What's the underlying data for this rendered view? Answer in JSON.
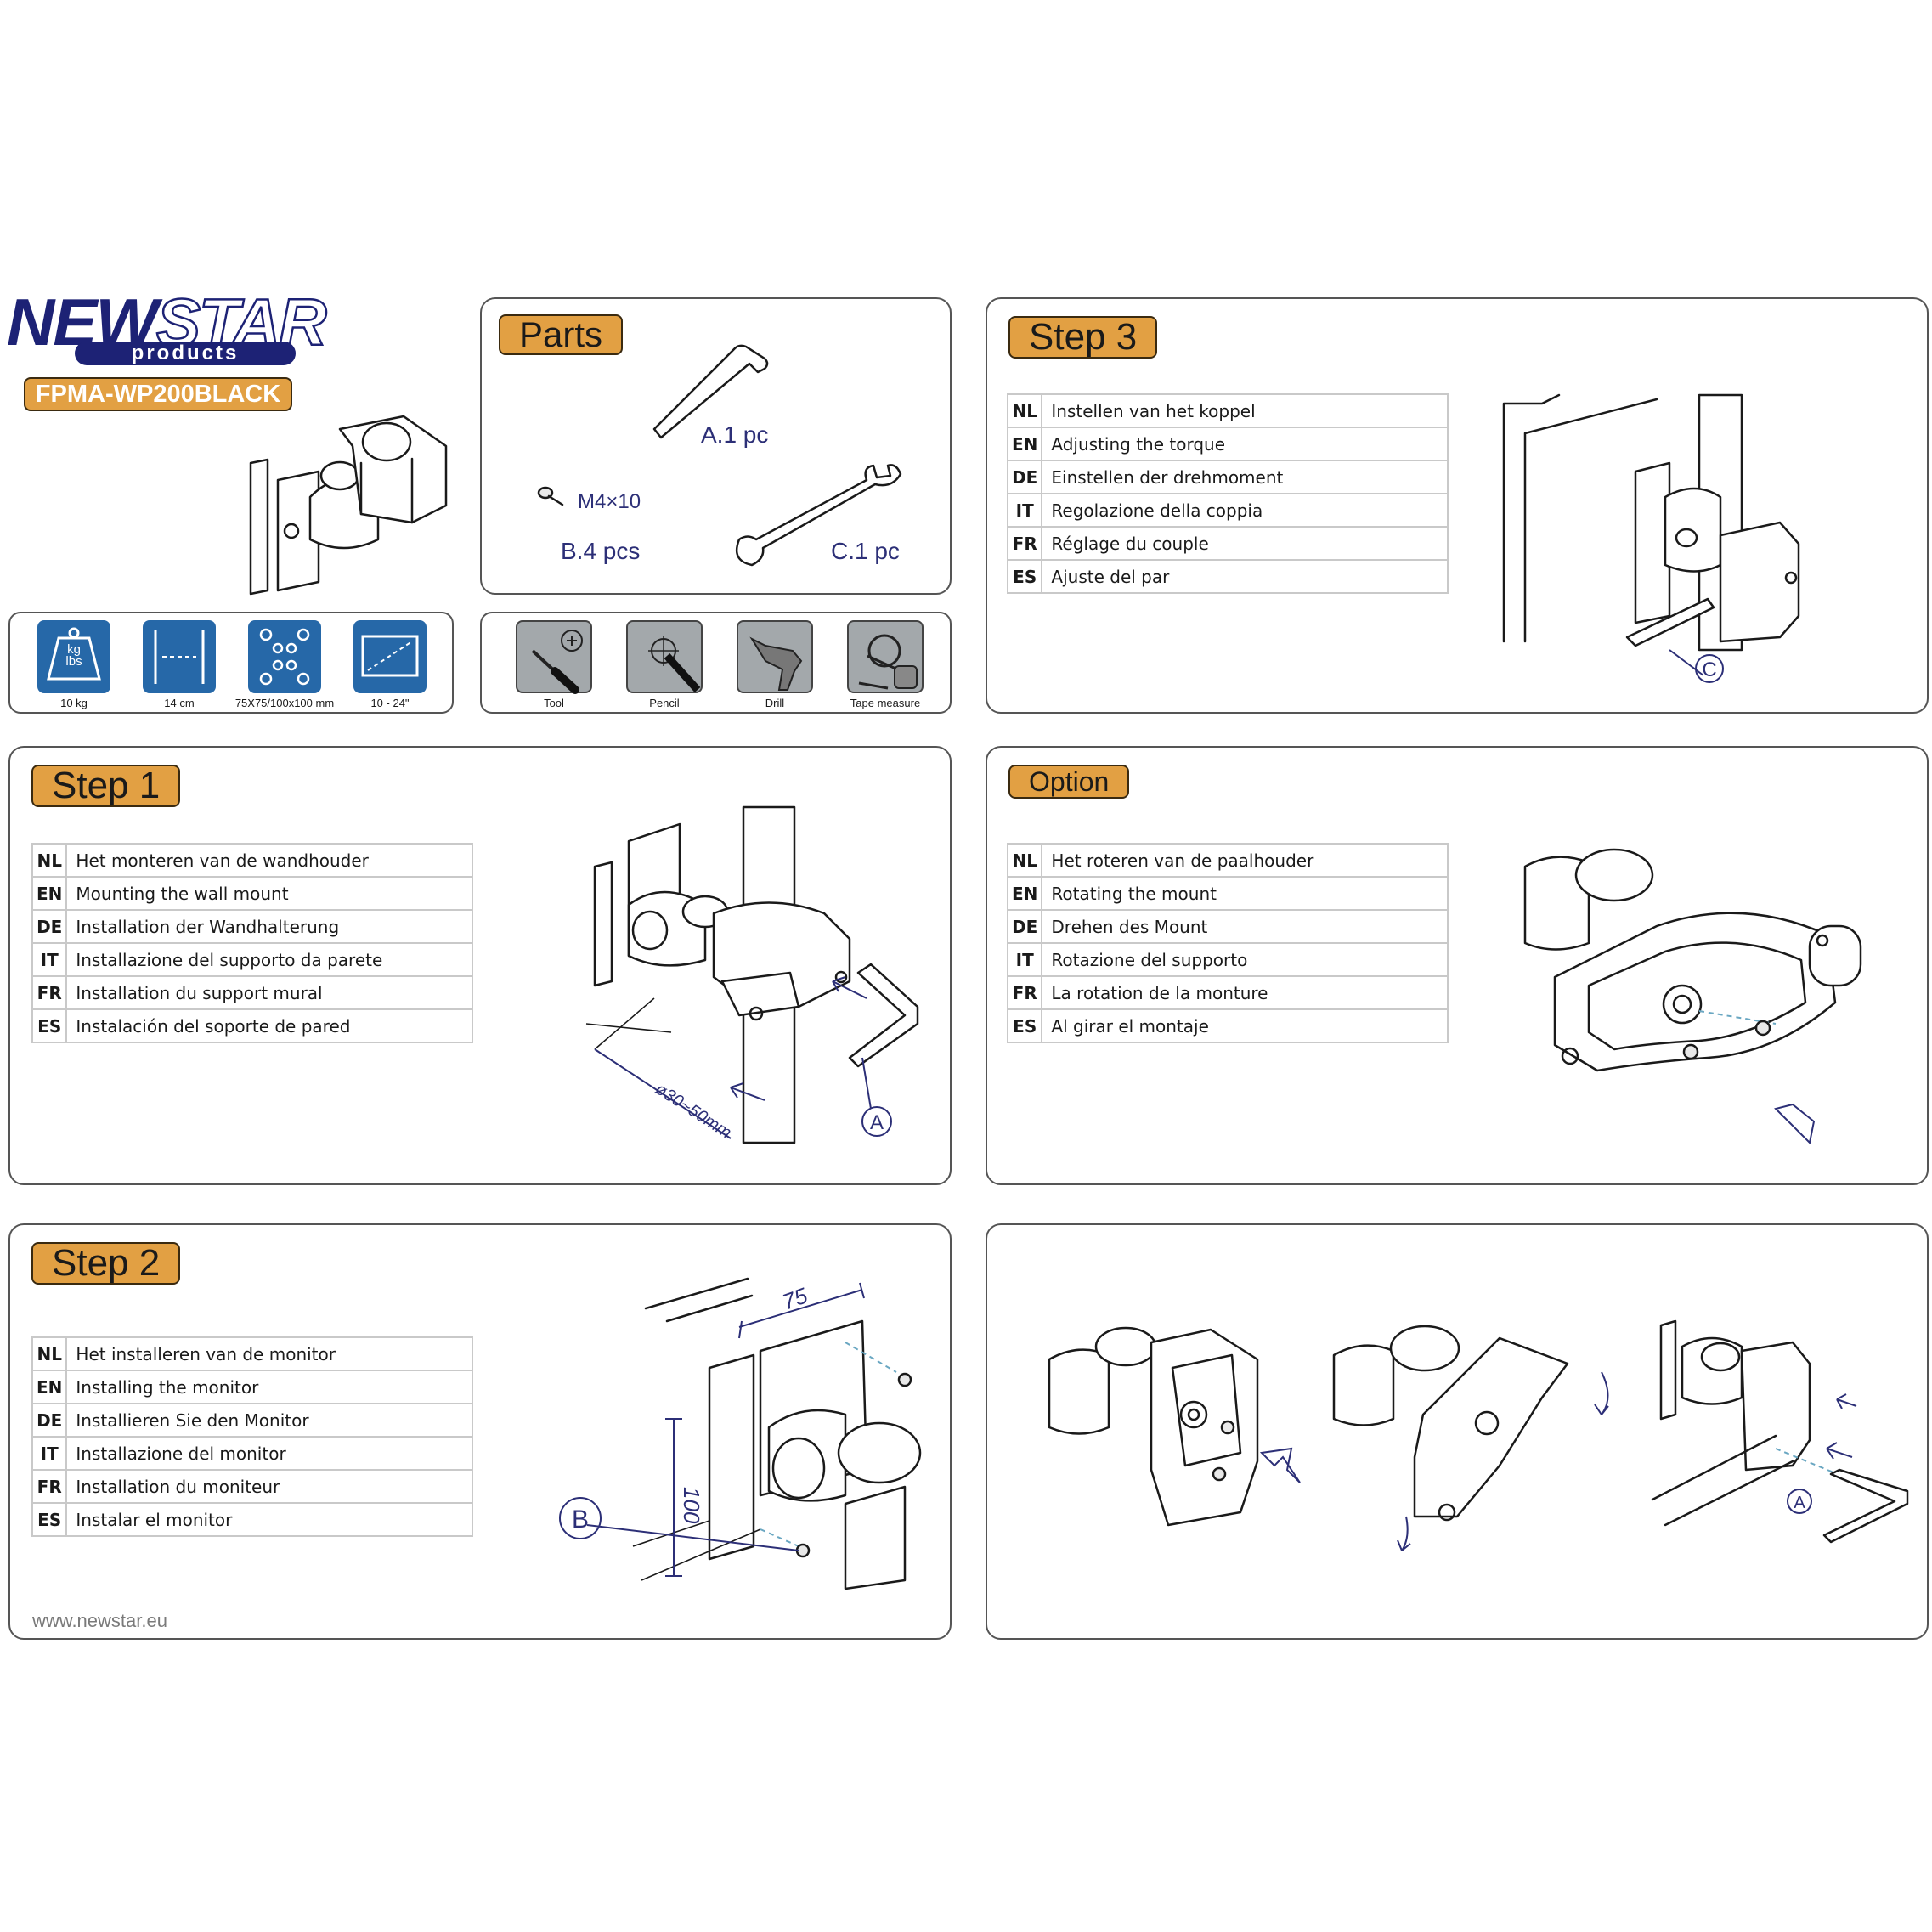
{
  "brand": {
    "name_part1": "NEW",
    "name_part2": "STAR",
    "sub": "products",
    "model": "FPMA-WP200BLACK"
  },
  "specs": [
    {
      "icon": "weight-icon",
      "icon_text": "kg\nlbs",
      "label": "10 kg"
    },
    {
      "icon": "depth-icon",
      "label": "14 cm"
    },
    {
      "icon": "vesa-icon",
      "label": "75X75/100x100 mm"
    },
    {
      "icon": "screen-size-icon",
      "label": "10 - 24\""
    }
  ],
  "parts": {
    "title": "Parts",
    "a_label": "A.1 pc",
    "b_spec": "M4×10",
    "b_label": "B.4 pcs",
    "c_label": "C.1 pc"
  },
  "tools": [
    {
      "icon": "screwdriver-icon",
      "label": "Tool"
    },
    {
      "icon": "pencil-icon",
      "label": "Pencil"
    },
    {
      "icon": "drill-icon",
      "label": "Drill"
    },
    {
      "icon": "tape-measure-icon",
      "label": "Tape measure"
    }
  ],
  "step1": {
    "title": "Step 1",
    "rows": [
      {
        "code": "NL",
        "text": "Het monteren van de wandhouder"
      },
      {
        "code": "EN",
        "text": "Mounting the wall mount"
      },
      {
        "code": "DE",
        "text": "Installation der Wandhalterung"
      },
      {
        "code": "IT",
        "text": "Installazione del supporto da parete"
      },
      {
        "code": "FR",
        "text": "Installation du support mural"
      },
      {
        "code": "ES",
        "text": "Instalación del soporte de pared"
      }
    ],
    "dimension": "ø30~50mm",
    "callout": "A"
  },
  "step2": {
    "title": "Step 2",
    "rows": [
      {
        "code": "NL",
        "text": "Het installeren van de monitor"
      },
      {
        "code": "EN",
        "text": "Installing the monitor"
      },
      {
        "code": "DE",
        "text": "Installieren Sie den Monitor"
      },
      {
        "code": "IT",
        "text": "Installazione del monitor"
      },
      {
        "code": "FR",
        "text": "Installation du moniteur"
      },
      {
        "code": "ES",
        "text": "Instalar el monitor"
      }
    ],
    "dim_h": "75",
    "dim_v": "100",
    "callout": "B",
    "website": "www.newstar.eu"
  },
  "step3": {
    "title": "Step 3",
    "rows": [
      {
        "code": "NL",
        "text": "Instellen van het koppel"
      },
      {
        "code": "EN",
        "text": "Adjusting the torque"
      },
      {
        "code": "DE",
        "text": "Einstellen der drehmoment"
      },
      {
        "code": "IT",
        "text": "Regolazione della coppia"
      },
      {
        "code": "FR",
        "text": "Réglage du couple"
      },
      {
        "code": "ES",
        "text": "Ajuste del par"
      }
    ],
    "callout": "C"
  },
  "option": {
    "title": "Option",
    "rows": [
      {
        "code": "NL",
        "text": "Het roteren van de paalhouder"
      },
      {
        "code": "EN",
        "text": "Rotating the mount"
      },
      {
        "code": "DE",
        "text": "Drehen des Mount"
      },
      {
        "code": "IT",
        "text": "Rotazione del supporto"
      },
      {
        "code": "FR",
        "text": "La rotation de la monture"
      },
      {
        "code": "ES",
        "text": "Al girar el montaje"
      }
    ]
  },
  "rotation": {
    "callout": "A"
  },
  "colors": {
    "badge": "#e2a043",
    "brand_blue": "#1d2275",
    "icon_blue": "#2668a8",
    "tool_grey": "#a3a8ab",
    "callout": "#2c2f77"
  }
}
